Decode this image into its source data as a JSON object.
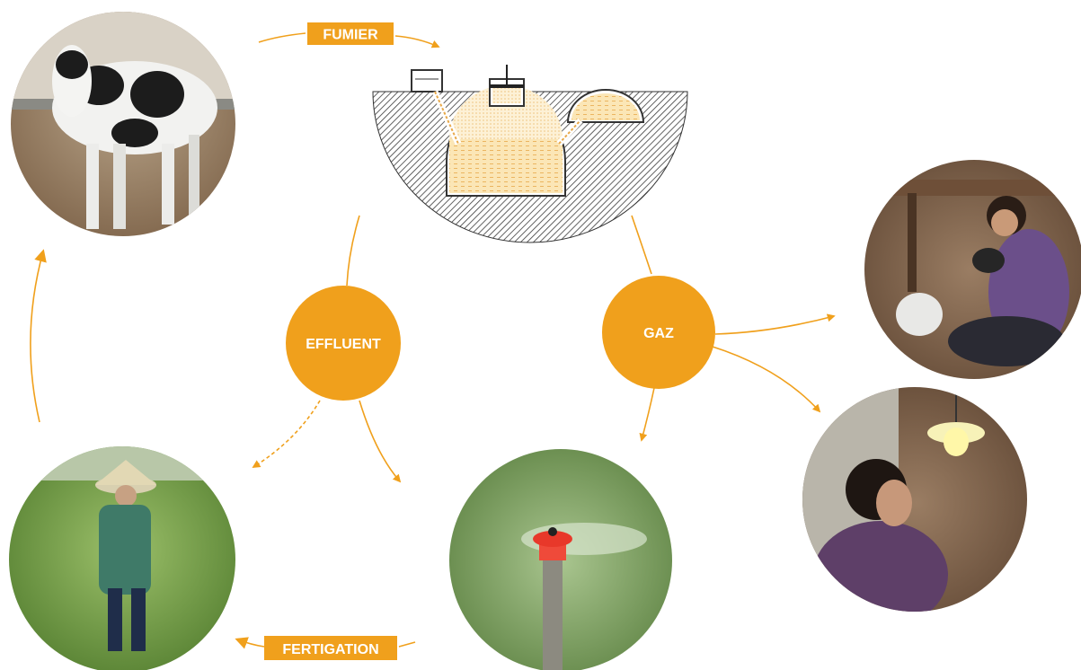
{
  "labels": {
    "manure": "FUMIER",
    "effluent": "EFFLUENT",
    "gas": "GAZ",
    "fertigation": "FERTIGATION"
  },
  "colors": {
    "accent": "#f0a01c",
    "arrow": "#f0a01c",
    "hatch": "#3a3a3a",
    "slurry": "#f7dca0"
  },
  "photos": [
    {
      "name": "cow-photo",
      "subject": "Holstein cow standing in a farmyard"
    },
    {
      "name": "cooking-photo",
      "subject": "Woman cooking on a biogas stove"
    },
    {
      "name": "lamp-photo",
      "subject": "Woman under a biogas lamp"
    },
    {
      "name": "sprinkler-photo",
      "subject": "Irrigation sprinkler in a grass field"
    },
    {
      "name": "farmer-photo",
      "subject": "Farmer in conical hat walking through a grass field"
    }
  ]
}
